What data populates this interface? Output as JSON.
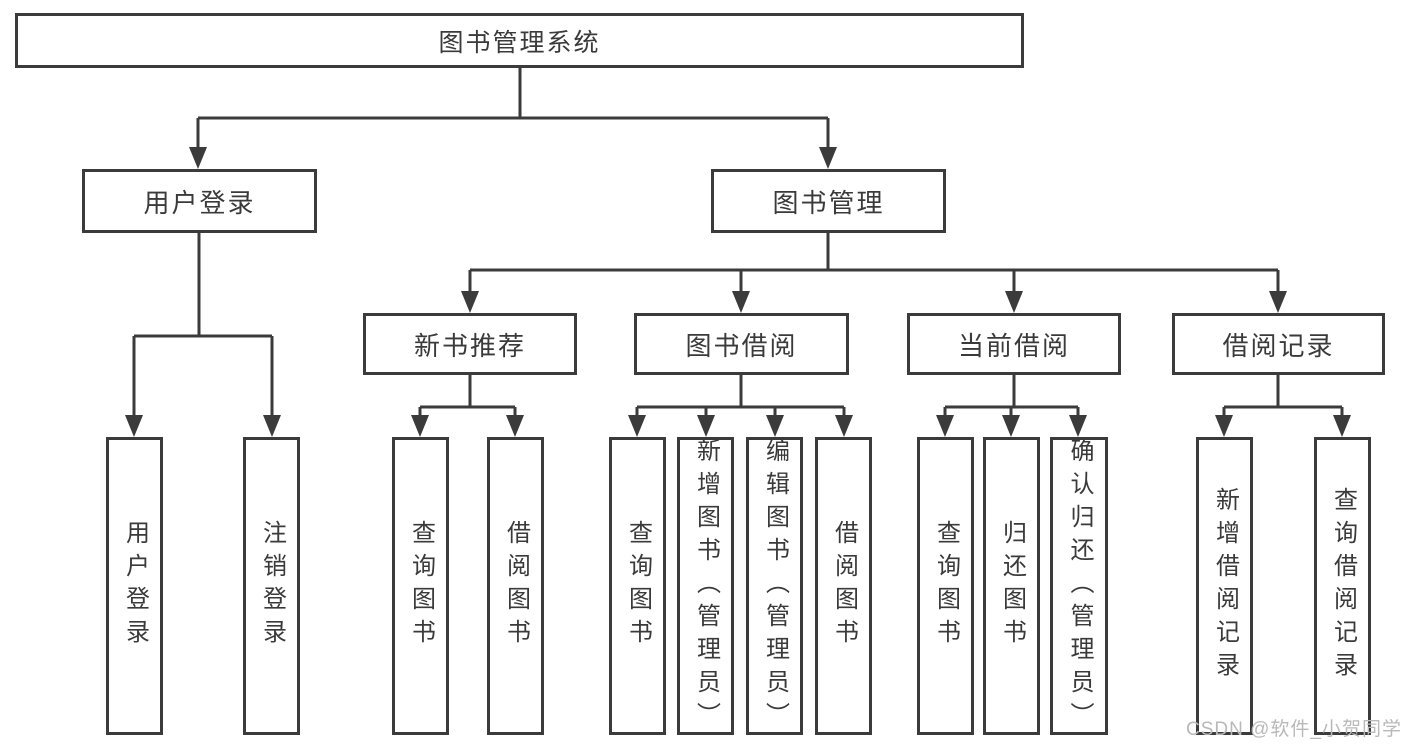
{
  "colors": {
    "line": "#3b3b3b",
    "text": "#3a3a3a",
    "watermark": "#b9b9b9",
    "background": "#ffffff"
  },
  "tree": {
    "root": "图书管理系统",
    "level2": [
      {
        "label": "用户登录",
        "leaves": [
          "用户登录",
          "注销登录"
        ]
      },
      {
        "label": "图书管理",
        "sections": [
          {
            "label": "新书推荐",
            "leaves": [
              "查询图书",
              "借阅图书"
            ]
          },
          {
            "label": "图书借阅",
            "leaves": [
              "查询图书",
              "新增图书（管理员）",
              "编辑图书（管理员）",
              "借阅图书"
            ]
          },
          {
            "label": "当前借阅",
            "leaves": [
              "查询图书",
              "归还图书",
              "确认归还（管理员）"
            ]
          },
          {
            "label": "借阅记录",
            "leaves": [
              "新增借阅记录",
              "查询借阅记录"
            ]
          }
        ]
      }
    ]
  },
  "watermark": {
    "text": "CSDN @软件_小贺同学"
  }
}
